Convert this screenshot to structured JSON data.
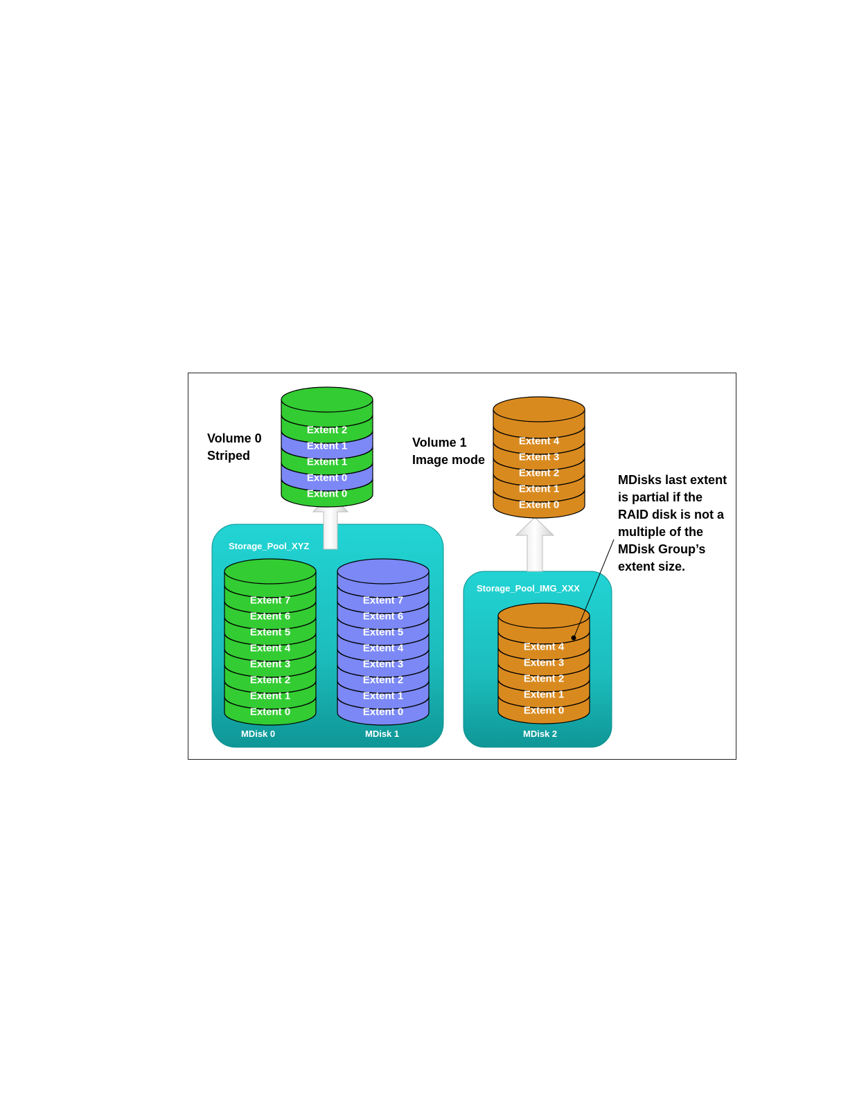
{
  "colors": {
    "green": "#33cc33",
    "blue": "#7b88f5",
    "orange": "#d98a1f",
    "pool": "#22c7c7",
    "pool_dark": "#119c9c",
    "arrow": "#f2f2f2"
  },
  "volume0": {
    "title": "Volume 0",
    "subtitle": "Striped",
    "extents": [
      {
        "label": "Extent 2",
        "color": "green"
      },
      {
        "label": "Extent 1",
        "color": "blue"
      },
      {
        "label": "Extent 1",
        "color": "green"
      },
      {
        "label": "Extent 0",
        "color": "blue"
      },
      {
        "label": "Extent 0",
        "color": "green"
      }
    ]
  },
  "volume1": {
    "title": "Volume 1",
    "subtitle": "Image mode",
    "extents": [
      {
        "label": "Extent 4",
        "color": "orange"
      },
      {
        "label": "Extent 3",
        "color": "orange"
      },
      {
        "label": "Extent 2",
        "color": "orange"
      },
      {
        "label": "Extent 1",
        "color": "orange"
      },
      {
        "label": "Extent 0",
        "color": "orange"
      }
    ]
  },
  "pool_xyz": {
    "label": "Storage_Pool_XYZ",
    "mdisk0": {
      "label": "MDisk 0",
      "extents": [
        {
          "label": "Extent 7",
          "color": "green"
        },
        {
          "label": "Extent 6",
          "color": "green"
        },
        {
          "label": "Extent 5",
          "color": "green"
        },
        {
          "label": "Extent 4",
          "color": "green"
        },
        {
          "label": "Extent 3",
          "color": "green"
        },
        {
          "label": "Extent 2",
          "color": "green"
        },
        {
          "label": "Extent 1",
          "color": "green"
        },
        {
          "label": "Extent 0",
          "color": "green"
        }
      ]
    },
    "mdisk1": {
      "label": "MDisk 1",
      "extents": [
        {
          "label": "Extent 7",
          "color": "blue"
        },
        {
          "label": "Extent 6",
          "color": "blue"
        },
        {
          "label": "Extent 5",
          "color": "blue"
        },
        {
          "label": "Extent 4",
          "color": "blue"
        },
        {
          "label": "Extent 3",
          "color": "blue"
        },
        {
          "label": "Extent 2",
          "color": "blue"
        },
        {
          "label": "Extent 1",
          "color": "blue"
        },
        {
          "label": "Extent 0",
          "color": "blue"
        }
      ]
    }
  },
  "pool_img": {
    "label": "Storage_Pool_IMG_XXX",
    "mdisk2": {
      "label": "MDisk 2",
      "extents": [
        {
          "label": "Extent 4",
          "color": "orange"
        },
        {
          "label": "Extent 3",
          "color": "orange"
        },
        {
          "label": "Extent 2",
          "color": "orange"
        },
        {
          "label": "Extent 1",
          "color": "orange"
        },
        {
          "label": "Extent 0",
          "color": "orange"
        }
      ]
    }
  },
  "note": {
    "lines": [
      "MDisks last extent",
      "is partial if the",
      "RAID disk is not a",
      "multiple of the",
      "MDisk Group’s",
      "extent size."
    ]
  }
}
